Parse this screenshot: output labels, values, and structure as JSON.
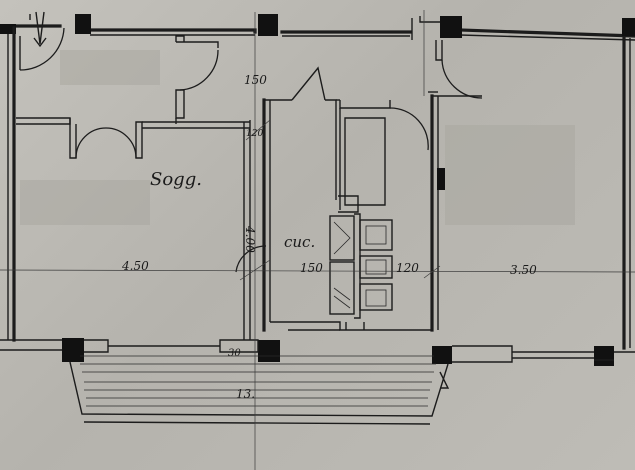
{
  "labels": {
    "room_living": "Sogg.",
    "room_kitchen": "cuc.",
    "dim_150_top": "150",
    "dim_120_top": "120",
    "dim_400": "4.00",
    "dim_450": "4.50",
    "dim_150_kitchen": "150",
    "dim_120_kitchen": "120",
    "dim_350": "3.50",
    "dim_30": "30",
    "dim_130": "13."
  },
  "colors": {
    "ink": "#1c1c1c",
    "paper": "#bdbbb5"
  },
  "icons": {
    "entrance_arrow": "arrow-down-icon"
  }
}
